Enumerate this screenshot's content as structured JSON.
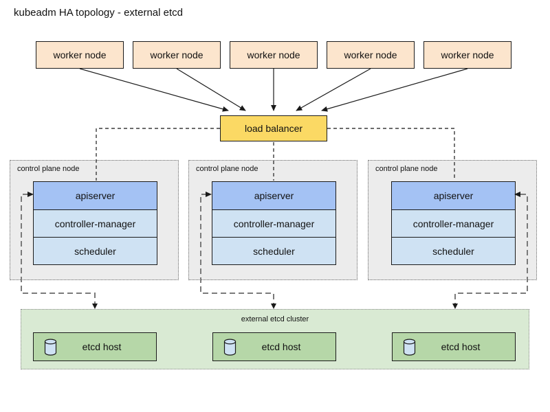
{
  "title": "kubeadm HA topology - external etcd",
  "workers": {
    "labels": [
      "worker node",
      "worker node",
      "worker node",
      "worker node",
      "worker node"
    ]
  },
  "load_balancer": {
    "label": "load balancer"
  },
  "control_planes": [
    {
      "label": "control plane node",
      "components": [
        "apiserver",
        "controller-manager",
        "scheduler"
      ]
    },
    {
      "label": "control plane node",
      "components": [
        "apiserver",
        "controller-manager",
        "scheduler"
      ]
    },
    {
      "label": "control plane node",
      "components": [
        "apiserver",
        "controller-manager",
        "scheduler"
      ]
    }
  ],
  "etcd_cluster": {
    "label": "external etcd cluster",
    "hosts": [
      {
        "label": "etcd host",
        "icon": "database-cylinder"
      },
      {
        "label": "etcd host",
        "icon": "database-cylinder"
      },
      {
        "label": "etcd host",
        "icon": "database-cylinder"
      }
    ]
  },
  "colors": {
    "worker_fill": "#fce5cd",
    "load_balancer_fill": "#fbd964",
    "apiserver_fill": "#a4c2f4",
    "component_fill": "#cfe2f3",
    "control_plane_fill": "#ececec",
    "etcd_cluster_fill": "#d9ead3",
    "etcd_host_fill": "#b6d7a8",
    "cylinder_fill": "#cfe2f3",
    "solid_arrow": "#1a1a1a",
    "lb_dash": "#3a3a3a",
    "etcd_dash": "#7a7a7a"
  }
}
